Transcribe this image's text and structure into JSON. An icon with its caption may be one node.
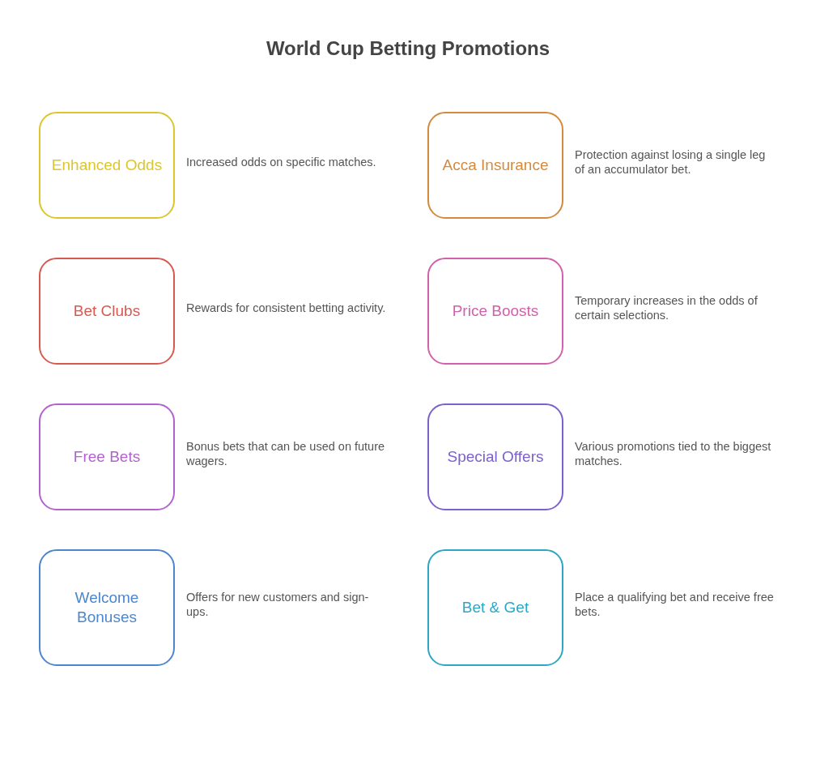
{
  "diagram": {
    "title": "World Cup Betting Promotions",
    "nodes": [
      {
        "text": [
          "Enhanced Odds"
        ],
        "beside": [
          "Increased odds on specific matches."
        ]
      },
      {
        "text": [
          "Acca Insurance"
        ],
        "beside": [
          "Protection against losing a single leg of an accumulator bet."
        ]
      },
      {
        "text": [
          "Bet Clubs"
        ],
        "beside": [
          "Rewards for consistent betting activity."
        ]
      },
      {
        "text": [
          "Price Boosts"
        ],
        "beside": [
          "Temporary increases in the odds of certain selections."
        ]
      },
      {
        "text": [
          "Free Bets"
        ],
        "beside": [
          "Bonus bets that can be used on future wagers."
        ]
      },
      {
        "text": [
          "Special Offers"
        ],
        "beside": [
          "Various promotions tied to the biggest matches."
        ]
      },
      {
        "text": [
          "Welcome Bonuses"
        ],
        "beside": [
          "Offers for new customers and sign-ups."
        ]
      },
      {
        "text": [
          "Bet & Get"
        ],
        "beside": [
          "Place a qualifying bet and receive free bets."
        ]
      }
    ]
  }
}
